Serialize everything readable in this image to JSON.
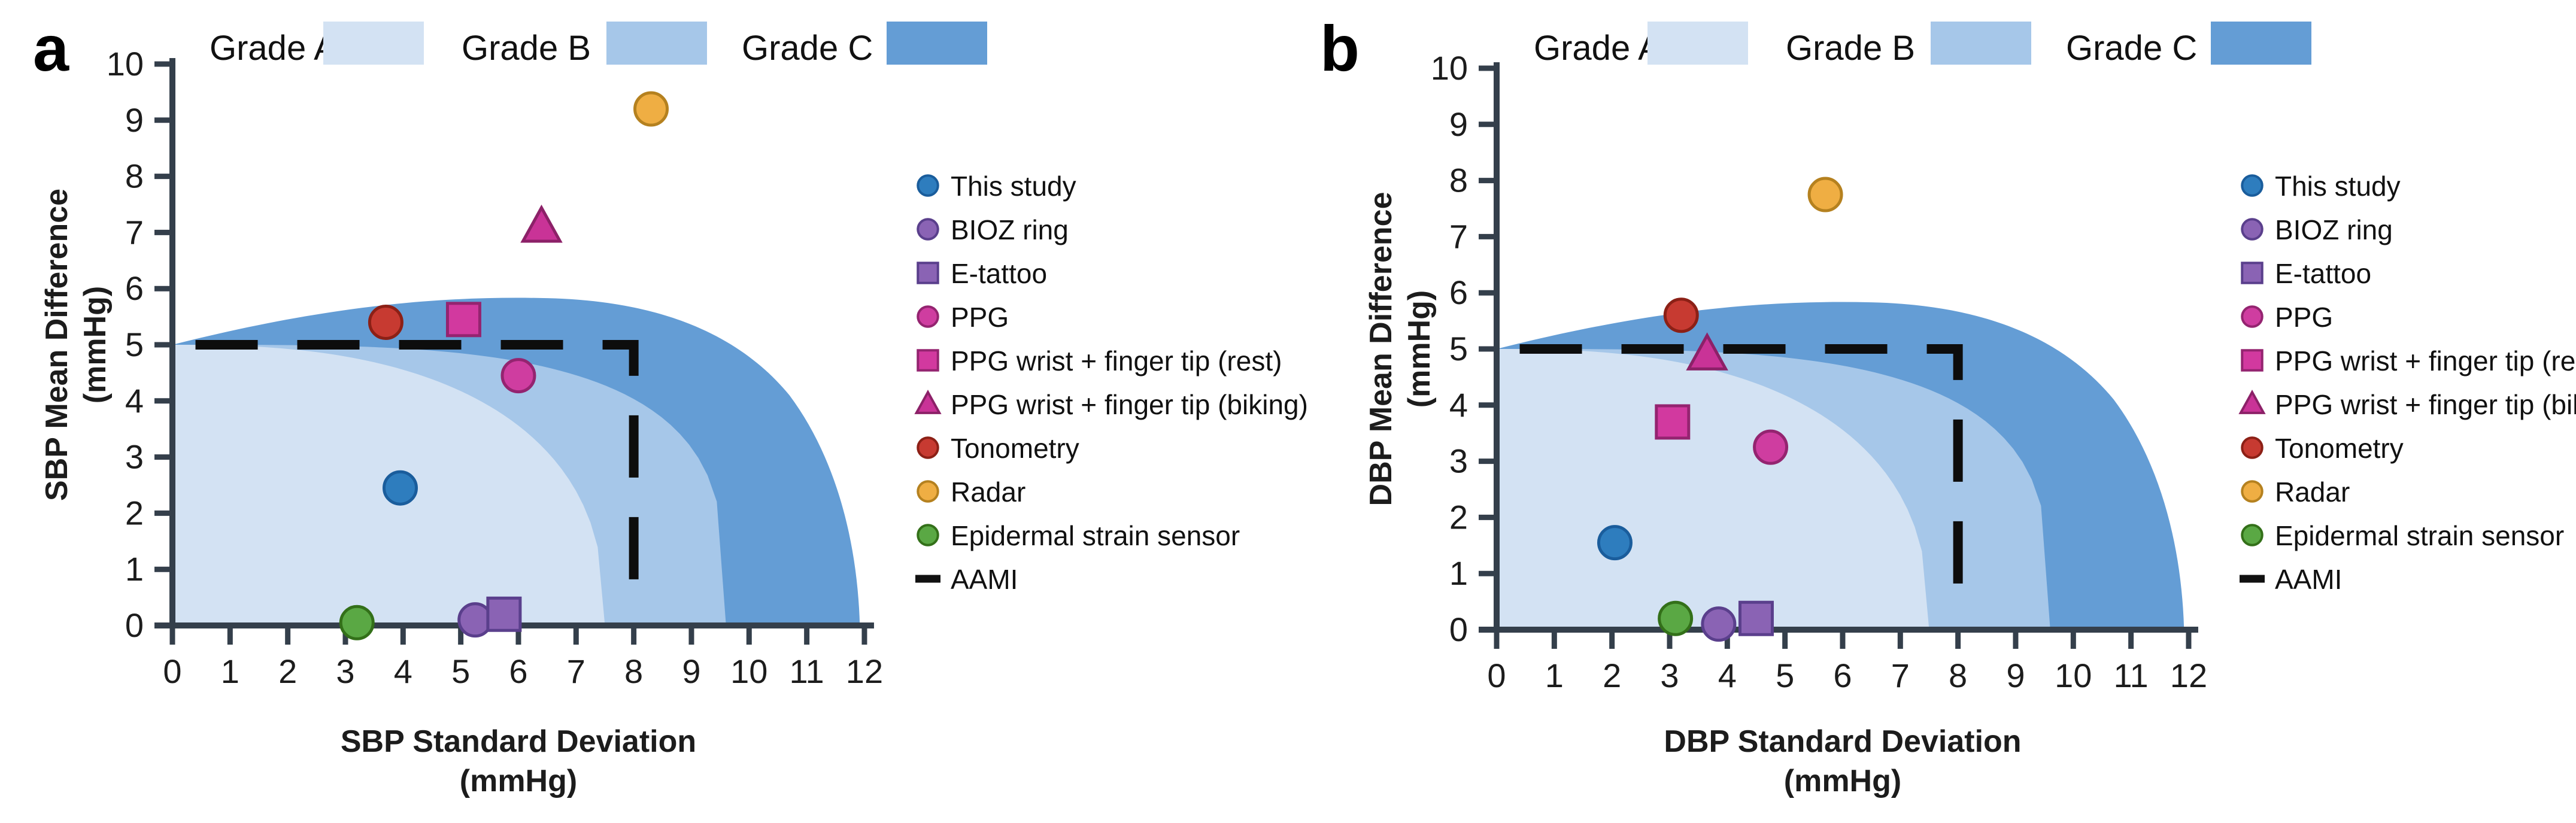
{
  "figure": {
    "grade_legend": [
      {
        "label": "Grade A",
        "color": "#d3e2f3"
      },
      {
        "label": "Grade B",
        "color": "#a6c7e9"
      },
      {
        "label": "Grade C",
        "color": "#649dd5"
      }
    ],
    "series_legend": [
      {
        "label": "This study",
        "marker": "circle",
        "color": "#2e7dbe",
        "edge": "#1a5d9c"
      },
      {
        "label": "BIOZ ring",
        "marker": "circle",
        "color": "#8a63b4",
        "edge": "#5a3f8c"
      },
      {
        "label": "E-tattoo",
        "marker": "square",
        "color": "#8a63b4",
        "edge": "#5a3f8c"
      },
      {
        "label": "PPG",
        "marker": "circle",
        "color": "#cf3da0",
        "edge": "#942470"
      },
      {
        "label": "PPG wrist + finger tip (rest)",
        "marker": "square",
        "color": "#d2399f",
        "edge": "#942470"
      },
      {
        "label": "PPG wrist + finger tip (biking)",
        "marker": "triangle",
        "color": "#c93397",
        "edge": "#8c2168"
      },
      {
        "label": "Tonometry",
        "marker": "circle",
        "color": "#c73a31",
        "edge": "#8c2016"
      },
      {
        "label": "Radar",
        "marker": "circle",
        "color": "#efae43",
        "edge": "#b5811f"
      },
      {
        "label": "Epidermal strain sensor",
        "marker": "circle",
        "color": "#5aa844",
        "edge": "#337019"
      },
      {
        "label": "AAMI",
        "marker": "dash",
        "color": "#111111"
      }
    ]
  },
  "chart_data": [
    {
      "type": "scatter",
      "panel_label": "a",
      "xlabel_line1": "SBP Standard Deviation",
      "xlabel_line2": "(mmHg)",
      "ylabel_line1": "SBP Mean Difference",
      "ylabel_line2": "(mmHg)",
      "xlim": [
        0,
        12
      ],
      "ylim": [
        0,
        10
      ],
      "xticks": [
        0,
        1,
        2,
        3,
        4,
        5,
        6,
        7,
        8,
        9,
        10,
        11,
        12
      ],
      "yticks": [
        0,
        1,
        2,
        3,
        4,
        5,
        6,
        7,
        8,
        9,
        10
      ],
      "grade_regions": [
        {
          "label": "Grade A",
          "color": "#d3e2f3",
          "y_start": 5,
          "x_end": 7.5,
          "exponent": 2.5
        },
        {
          "label": "Grade B",
          "color": "#a6c7e9",
          "y_start": 5,
          "x_end": 9.6,
          "exponent": 3.5
        },
        {
          "label": "Grade C",
          "color": "#649dd5",
          "y_start": 5,
          "x_end": 11.92,
          "peak_y": 5.85
        }
      ],
      "aami_limit": {
        "mean_diff_max": 5,
        "sd_max": 8
      },
      "points": [
        {
          "series": "This study",
          "x": 3.95,
          "y": 2.45
        },
        {
          "series": "BIOZ ring",
          "x": 5.25,
          "y": 0.1
        },
        {
          "series": "E-tattoo",
          "x": 5.75,
          "y": 0.2
        },
        {
          "series": "PPG",
          "x": 6.0,
          "y": 4.45
        },
        {
          "series": "PPG wrist + finger tip (rest)",
          "x": 5.05,
          "y": 5.45
        },
        {
          "series": "PPG wrist + finger tip (biking)",
          "x": 6.4,
          "y": 7.1
        },
        {
          "series": "Tonometry",
          "x": 3.7,
          "y": 5.4
        },
        {
          "series": "Radar",
          "x": 8.3,
          "y": 9.2
        },
        {
          "series": "Epidermal strain sensor",
          "x": 3.2,
          "y": 0.05
        }
      ]
    },
    {
      "type": "scatter",
      "panel_label": "b",
      "xlabel_line1": "DBP Standard Deviation",
      "xlabel_line2": "(mmHg)",
      "ylabel_line1": "DBP Mean Difference",
      "ylabel_line2": "(mmHg)",
      "xlim": [
        0,
        12
      ],
      "ylim": [
        0,
        10
      ],
      "xticks": [
        0,
        1,
        2,
        3,
        4,
        5,
        6,
        7,
        8,
        9,
        10,
        11,
        12
      ],
      "yticks": [
        0,
        1,
        2,
        3,
        4,
        5,
        6,
        7,
        8,
        9,
        10
      ],
      "grade_regions": [
        {
          "label": "Grade A",
          "color": "#d3e2f3",
          "y_start": 5,
          "x_end": 7.5,
          "exponent": 2.5
        },
        {
          "label": "Grade B",
          "color": "#a6c7e9",
          "y_start": 5,
          "x_end": 9.6,
          "exponent": 3.5
        },
        {
          "label": "Grade C",
          "color": "#649dd5",
          "y_start": 5,
          "x_end": 11.92,
          "peak_y": 5.85
        }
      ],
      "aami_limit": {
        "mean_diff_max": 5,
        "sd_max": 8
      },
      "points": [
        {
          "series": "This study",
          "x": 2.05,
          "y": 1.55
        },
        {
          "series": "BIOZ ring",
          "x": 3.85,
          "y": 0.1
        },
        {
          "series": "E-tattoo",
          "x": 4.5,
          "y": 0.2
        },
        {
          "series": "PPG",
          "x": 4.75,
          "y": 3.25
        },
        {
          "series": "PPG wrist + finger tip (rest)",
          "x": 3.05,
          "y": 3.7
        },
        {
          "series": "PPG wrist + finger tip (biking)",
          "x": 3.65,
          "y": 4.9
        },
        {
          "series": "Tonometry",
          "x": 3.2,
          "y": 5.6
        },
        {
          "series": "Radar",
          "x": 5.7,
          "y": 7.75
        },
        {
          "series": "Epidermal strain sensor",
          "x": 3.1,
          "y": 0.2
        }
      ]
    }
  ]
}
